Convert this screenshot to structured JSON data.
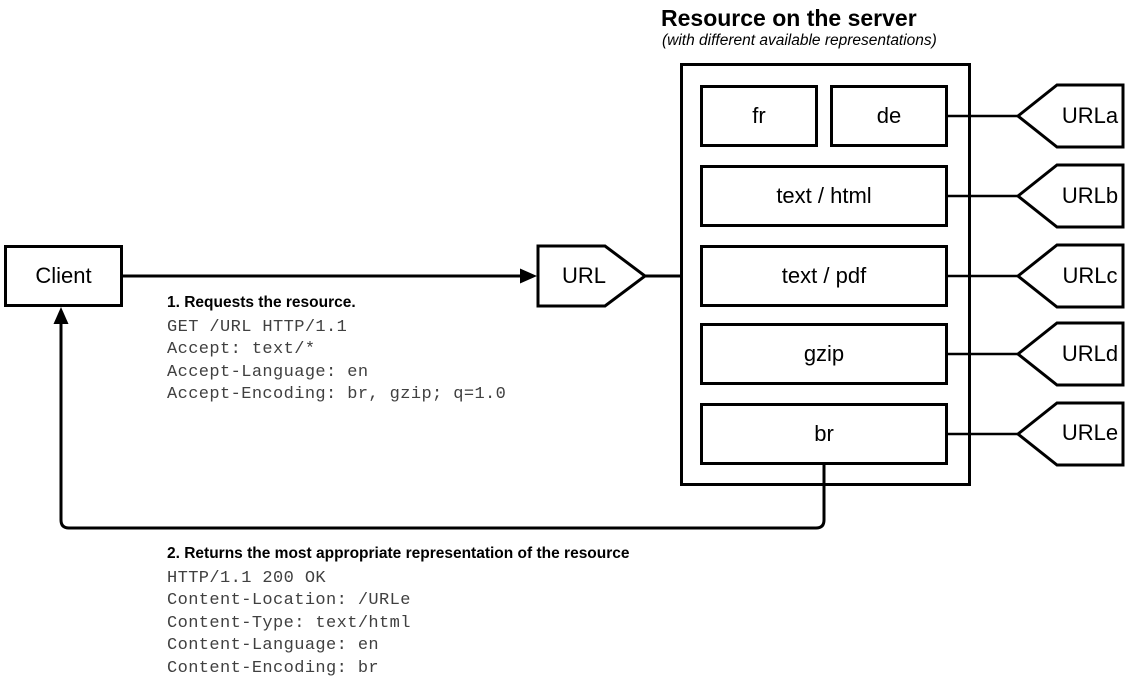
{
  "title": "Resource on the server",
  "subtitle": "(with different available representations)",
  "client": {
    "label": "Client"
  },
  "url_node": {
    "label": "URL"
  },
  "request": {
    "heading": "1. Requests the resource.",
    "lines": [
      "GET /URL HTTP/1.1",
      "Accept: text/*",
      "Accept-Language: en",
      "Accept-Encoding: br, gzip; q=1.0"
    ]
  },
  "response": {
    "heading": "2. Returns the most appropriate representation of the resource",
    "lines": [
      "HTTP/1.1 200 OK",
      "Content-Location: /URLe",
      "Content-Type: text/html",
      "Content-Language: en",
      "Content-Encoding: br"
    ]
  },
  "server": {
    "rows": [
      {
        "boxes": [
          "fr",
          "de"
        ],
        "url": "URLa"
      },
      {
        "boxes": [
          "text / html"
        ],
        "url": "URLb"
      },
      {
        "boxes": [
          "text / pdf"
        ],
        "url": "URLc"
      },
      {
        "boxes": [
          "gzip"
        ],
        "url": "URLd"
      },
      {
        "boxes": [
          "br"
        ],
        "url": "URLe"
      }
    ]
  },
  "colors": {
    "stroke": "#000000",
    "background": "#ffffff",
    "code_text": "#404040"
  }
}
